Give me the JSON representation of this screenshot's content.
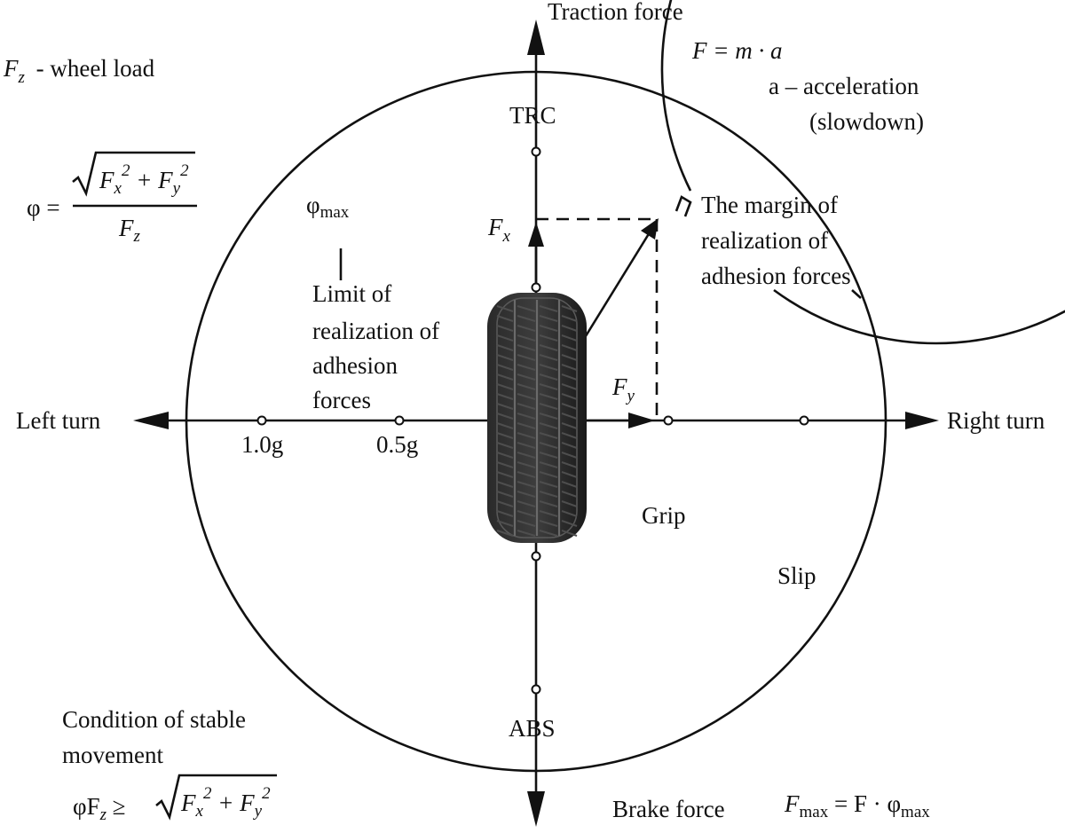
{
  "axes": {
    "top": "Traction force",
    "bottom": "Brake force",
    "left": "Left turn",
    "right": "Right turn"
  },
  "zones": {
    "trc": "TRC",
    "abs": "ABS",
    "grip": "Grip",
    "slip": "Slip"
  },
  "scale": {
    "one_g": "1.0g",
    "half_g": "0.5g"
  },
  "phi_max_label": "φ",
  "phi_max_sub": "max",
  "limit_label_lines": [
    "Limit of",
    "realization of",
    "adhesion",
    "forces"
  ],
  "margin_label_lines": [
    "The margin of",
    "realization of",
    "adhesion forces"
  ],
  "force_labels": {
    "fx": "F",
    "fx_sub": "x",
    "fy": "F",
    "fy_sub": "y"
  },
  "legend": {
    "fz_symbol": "F",
    "fz_sub": "z",
    "fz_text": " - wheel load",
    "newton": "F = m · a",
    "accel_line1": "a – acceleration",
    "accel_line2": "(slowdown)"
  },
  "formulas": {
    "phi_lhs": "φ =",
    "phi_numerator": "F",
    "phi_denominator": "F",
    "condition_line1": "Condition of stable",
    "condition_line2": "movement",
    "condition_lhs": "φF",
    "condition_ge": " ≥",
    "fmax_lhs": "F",
    "fmax_sub": "max",
    "fmax_rhs": " = F · φ",
    "fmax_rhs_sub": "max"
  },
  "colors": {
    "ink": "#111111",
    "tire": "#1c1c1c",
    "tread": "#5a5a5a"
  }
}
